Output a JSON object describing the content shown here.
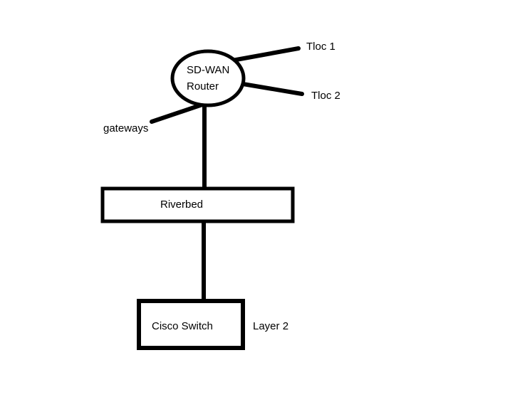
{
  "window": {
    "background_color": "#ffffff"
  },
  "diagram": {
    "type": "network-topology",
    "stroke_color": "#000000",
    "text_color": "#000000",
    "router": {
      "shape": "ellipse",
      "label_line1": "SD-WAN",
      "label_line2": "Router"
    },
    "riverbed": {
      "shape": "rectangle",
      "label": "Riverbed"
    },
    "cisco": {
      "shape": "rectangle",
      "label": "Cisco Switch"
    },
    "labels": {
      "tloc1": "Tloc 1",
      "tloc2": "Tloc 2",
      "gateways": "gateways",
      "layer2": "Layer 2"
    },
    "edges": [
      {
        "from": "sdwan-router",
        "to": "tloc1"
      },
      {
        "from": "sdwan-router",
        "to": "tloc2"
      },
      {
        "from": "sdwan-router",
        "to": "gateways"
      },
      {
        "from": "sdwan-router",
        "to": "riverbed"
      },
      {
        "from": "riverbed",
        "to": "cisco-switch"
      }
    ]
  }
}
